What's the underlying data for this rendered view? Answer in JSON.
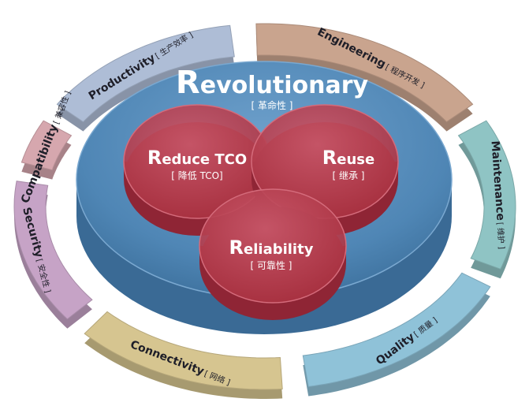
{
  "center": {
    "title_initial": "R",
    "title_rest": "evolutionary",
    "subtitle": "[ 革命性 ]"
  },
  "circles": [
    {
      "initial": "R",
      "rest": "educe TCO",
      "sub": "[ 降低 TCO]"
    },
    {
      "initial": "R",
      "rest": "euse",
      "sub": "[ 继承 ]"
    },
    {
      "initial": "R",
      "rest": "eliability",
      "sub": "[ 可靠性 ]"
    }
  ],
  "segments": [
    {
      "label": "Productivity",
      "sub": "[ 生产效率 ]",
      "color": "#aebdd6"
    },
    {
      "label": "Engineering",
      "sub": "[ 程序开发 ]",
      "color": "#c9a48e"
    },
    {
      "label": "Maintenance",
      "sub": "[ 维护 ]",
      "color": "#8fc4c4"
    },
    {
      "label": "Quality",
      "sub": "[ 质量 ]",
      "color": "#8fc2d8"
    },
    {
      "label": "Connectivity",
      "sub": "[ 网络 ]",
      "color": "#d6c590"
    },
    {
      "label": "Security",
      "sub": "[ 安全性 ]",
      "color": "#c6a3c6"
    },
    {
      "label": "Compatibility",
      "sub": "[ 兼容性 ]",
      "color": "#d6a7ae"
    }
  ],
  "colors": {
    "disc": "#4f86b5",
    "disc_edge": "#3a6a95",
    "circle": "#b53a4e",
    "circle_edge": "#8f2535"
  }
}
